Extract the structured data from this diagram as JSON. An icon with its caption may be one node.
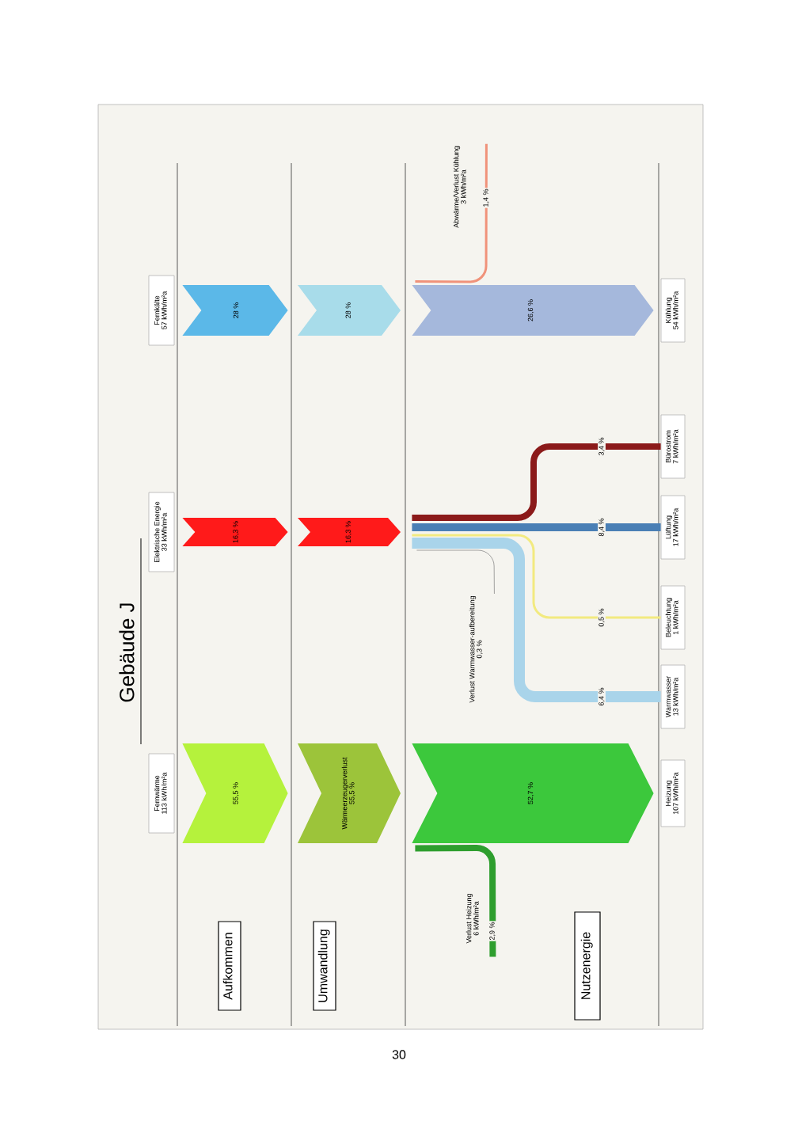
{
  "diagram": {
    "title": "Gebäude J",
    "nodes": [
      {
        "text": [
          "Aufkommen"
        ]
      },
      {
        "text": [
          "Umwandlung"
        ]
      },
      {
        "text": [
          "Nutzenergie"
        ]
      },
      {
        "text": [
          "Fernwärme",
          "113 kWh/m²a"
        ]
      },
      {
        "text": [
          "Elektrische Energie",
          "33 kWh/m²a"
        ]
      },
      {
        "text": [
          "Fernkälte",
          "57 kWh/m²a"
        ]
      },
      {
        "text": [
          "Wärmeerzeugerverlust",
          "55,5 %"
        ]
      },
      {
        "text": [
          "16,3 %"
        ]
      },
      {
        "text": [
          "28 %"
        ]
      },
      {
        "text": [
          "Verlust Heizung",
          "6 kWh/m²a"
        ]
      },
      {
        "text": [
          "Verlust Warmwasser-aufbereitung",
          "0,3 %"
        ]
      },
      {
        "text": [
          "Abwärme/Verlust Kühlung",
          "3 kWh/m²a"
        ]
      },
      {
        "text": [
          "Heizung",
          "107 kWh/m²a"
        ]
      },
      {
        "text": [
          "Warmwasser",
          "13 kWh/m²a"
        ]
      },
      {
        "text": [
          "Beleuchtung",
          "1 kWh/m²a"
        ]
      },
      {
        "text": [
          "Lüftung",
          "17 kWh/m²a"
        ]
      },
      {
        "text": [
          "Bürostrom",
          "7 kWh/m²a"
        ]
      },
      {
        "text": [
          "Kühlung",
          "54 kWh/m²a"
        ]
      }
    ],
    "edges": [
      {
        "from": 3,
        "to": 6,
        "arrow": "none",
        "label": "55,5 %",
        "color": "#b5f23c"
      },
      {
        "from": 4,
        "to": 7,
        "arrow": "none",
        "label": "16,3 %",
        "color": "#ff1a1a"
      },
      {
        "from": 5,
        "to": 8,
        "arrow": "none",
        "label": "28 %",
        "color": "#5bb8e8"
      },
      {
        "from": 6,
        "to": 12,
        "arrow": "none",
        "label": "52,7 %",
        "color": "#3cc83c"
      },
      {
        "from": 8,
        "to": 17,
        "arrow": "none",
        "label": "26,6 %",
        "color": "#a5b8dc"
      },
      {
        "from": 6,
        "to": 9,
        "arrow": "none",
        "label": "2,9 %",
        "color": "#2e9e2e"
      },
      {
        "from": 7,
        "to": 13,
        "arrow": "none",
        "label": "6,4 %",
        "color": "#a9d4ea"
      },
      {
        "from": 7,
        "to": 10,
        "arrow": "none",
        "color": "#8a8a8a"
      },
      {
        "from": 7,
        "to": 14,
        "arrow": "none",
        "label": "0,5 %",
        "color": "#f2ea80"
      },
      {
        "from": 7,
        "to": 15,
        "arrow": "none",
        "label": "8,4 %",
        "color": "#4a7fb5"
      },
      {
        "from": 7,
        "to": 16,
        "arrow": "none",
        "label": "3,4 %",
        "color": "#8b1a1a"
      },
      {
        "from": 8,
        "to": 11,
        "arrow": "none",
        "label": "1,4 %",
        "color": "#f0927a"
      }
    ],
    "labels": [
      "30"
    ]
  }
}
